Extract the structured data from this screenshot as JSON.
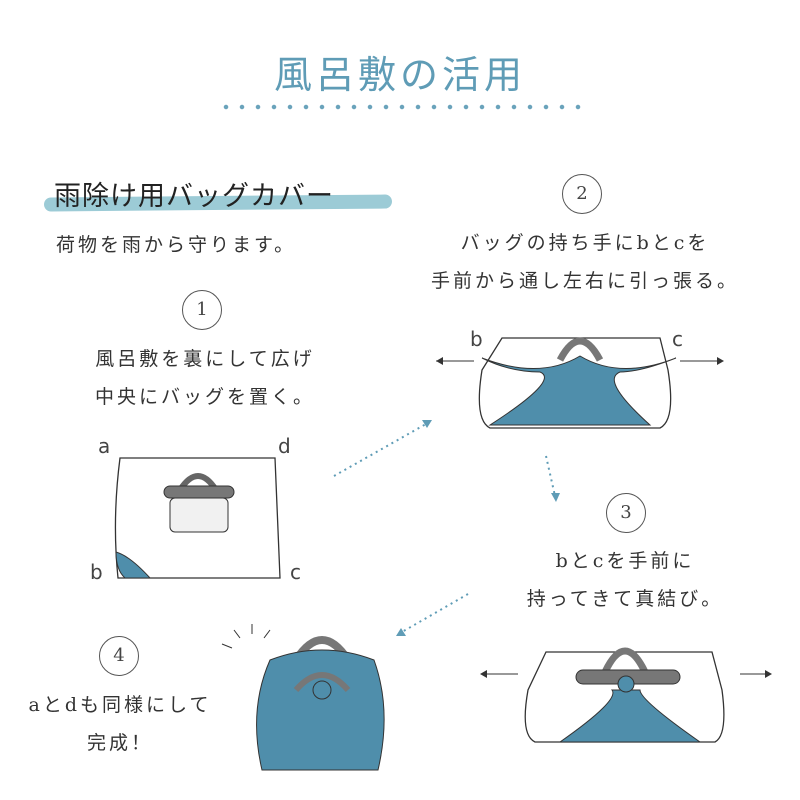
{
  "title": "風呂敷の活用",
  "section": {
    "heading": "雨除け用バッグカバー",
    "description": "荷物を雨から守ります。"
  },
  "steps": [
    {
      "number": "1",
      "lines": [
        "風呂敷を裏にして広げ",
        "中央にバッグを置く。"
      ],
      "corners": [
        "a",
        "d",
        "b",
        "c"
      ]
    },
    {
      "number": "2",
      "lines": [
        "バッグの持ち手にbとcを",
        "手前から通し左右に引っ張る。"
      ],
      "corners": [
        "b",
        "c"
      ]
    },
    {
      "number": "3",
      "lines": [
        "bとcを手前に",
        "持ってきて真結び。"
      ]
    },
    {
      "number": "4",
      "lines": [
        "aとdも同様にして",
        "完成！"
      ]
    }
  ],
  "colors": {
    "accent": "#5f9cb6",
    "cloth": "#4f8eab",
    "highlight": "#9ccbd6"
  }
}
